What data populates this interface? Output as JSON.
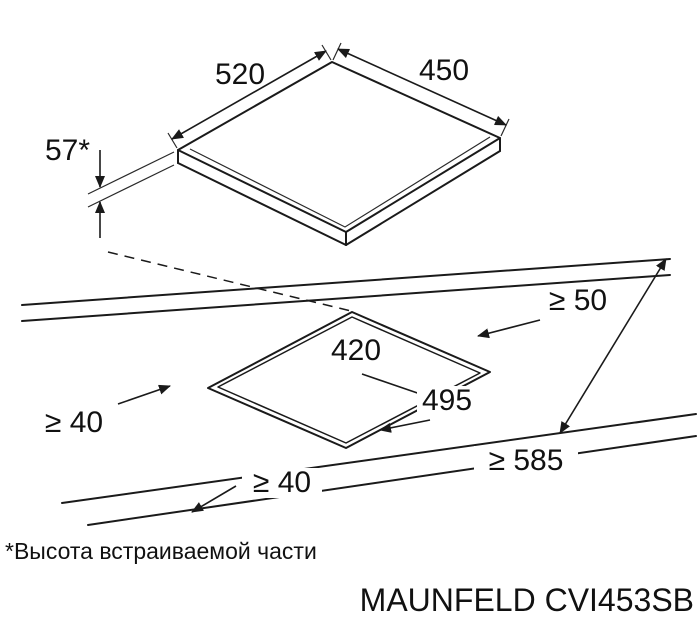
{
  "dims": {
    "cooktop_width": "520",
    "cooktop_depth": "450",
    "built_in_height": "57*",
    "cutout_width": "420",
    "cutout_depth": "495",
    "clearance_back": "≥ 50",
    "clearance_left": "≥ 40",
    "clearance_front": "≥ 40",
    "countertop_depth": "≥ 585"
  },
  "footnote": "*Высота встраиваемой части",
  "model": "MAUNFELD CVI453SB",
  "colors": {
    "line": "#1a1a1a",
    "background": "#ffffff"
  }
}
